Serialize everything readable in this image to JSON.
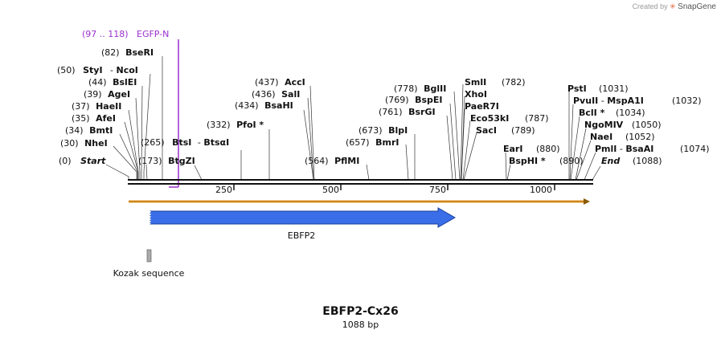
{
  "credit": {
    "prefix": "Created by",
    "brand": "SnapGene",
    "logo_icon": "snapgene-logo-icon"
  },
  "plasmid": {
    "name": "EBFP2-Cx26",
    "length": "1088 bp"
  },
  "primer": {
    "range": "(97 .. 118)",
    "name": "EGFP-N",
    "color": "#9b30d0"
  },
  "sites": [
    {
      "pos": "(0)",
      "name": "Start",
      "style": "italic"
    },
    {
      "pos": "(30)",
      "name": "NheI"
    },
    {
      "pos": "(34)",
      "name": "BmtI"
    },
    {
      "pos": "(35)",
      "name": "AfeI"
    },
    {
      "pos": "(37)",
      "name": "HaeII"
    },
    {
      "pos": "(39)",
      "name": "AgeI"
    },
    {
      "pos": "(44)",
      "name": "BslEI"
    },
    {
      "pos": "(50)",
      "name": "StyI",
      "alt": "NcoI"
    },
    {
      "pos": "(82)",
      "name": "BseRI"
    },
    {
      "pos": "(173)",
      "name": "BtgZI"
    },
    {
      "pos": "(265)",
      "name": "BtsI",
      "alt": "BtsαI"
    },
    {
      "pos": "(332)",
      "name": "PfoI *"
    },
    {
      "pos": "(434)",
      "name": "BsaHI"
    },
    {
      "pos": "(436)",
      "name": "SalI"
    },
    {
      "pos": "(437)",
      "name": "AccI"
    },
    {
      "pos": "(564)",
      "name": "PflMI"
    },
    {
      "pos": "(657)",
      "name": "BmrI"
    },
    {
      "pos": "(673)",
      "name": "BlpI"
    },
    {
      "pos": "(761)",
      "name": "BsrGI"
    },
    {
      "pos": "(769)",
      "name": "BspEI"
    },
    {
      "pos": "(778)",
      "name": "BglII"
    },
    {
      "pos": "(782)",
      "name": "SmlI"
    },
    {
      "name": "XhoI"
    },
    {
      "name": "PaeR7I"
    },
    {
      "pos": "(787)",
      "name": "Eco53kI"
    },
    {
      "pos": "(789)",
      "name": "SacI"
    },
    {
      "pos": "(880)",
      "name": "EarI"
    },
    {
      "pos": "(890)",
      "name": "BspHI *"
    },
    {
      "pos": "(1031)",
      "name": "PstI"
    },
    {
      "pos": "(1032)",
      "name": "PvuII",
      "alt": "MspA1I"
    },
    {
      "pos": "(1034)",
      "name": "BclI *"
    },
    {
      "pos": "(1050)",
      "name": "NgoMIV"
    },
    {
      "pos": "(1052)",
      "name": "NaeI"
    },
    {
      "pos": "(1074)",
      "name": "PmlI",
      "alt": "BsaAI"
    },
    {
      "pos": "(1088)",
      "name": "End",
      "style": "italic"
    }
  ],
  "ticks": [
    "250",
    "500",
    "750",
    "1000"
  ],
  "features": [
    {
      "name": "EBFP2",
      "start": 51,
      "end": 768,
      "color": "#3a6ee8",
      "type": "arrow"
    },
    {
      "name": "Kozak sequence",
      "start": 45,
      "end": 55,
      "color": "#aaaaaa",
      "type": "box"
    }
  ],
  "backbone_color": "#f0a030"
}
